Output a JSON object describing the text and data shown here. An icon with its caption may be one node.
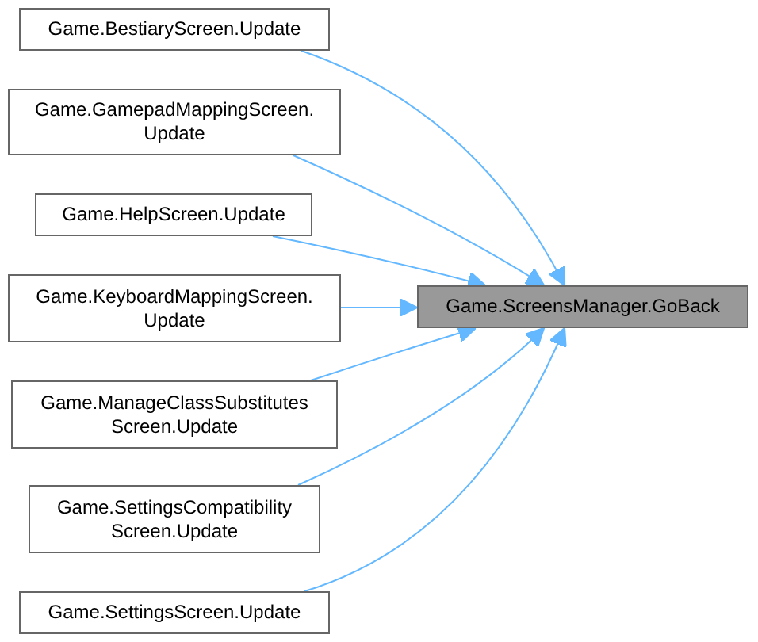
{
  "diagram": {
    "nodes": [
      {
        "text": [
          "Game.BestiaryScreen.Update"
        ]
      },
      {
        "text": [
          "Game.GamepadMappingScreen. Update"
        ]
      },
      {
        "text": [
          "Game.HelpScreen.Update"
        ]
      },
      {
        "text": [
          "Game.KeyboardMappingScreen. Update"
        ]
      },
      {
        "text": [
          "Game.ManageClassSubstitutes Screen.Update"
        ]
      },
      {
        "text": [
          "Game.SettingsCompatibility Screen.Update"
        ]
      },
      {
        "text": [
          "Game.SettingsScreen.Update"
        ]
      },
      {
        "text": [
          "Game.ScreensManager.GoBack"
        ]
      }
    ],
    "edges": [
      {
        "from": 0,
        "to": 7,
        "arrow": "to"
      },
      {
        "from": 1,
        "to": 7,
        "arrow": "to"
      },
      {
        "from": 2,
        "to": 7,
        "arrow": "to"
      },
      {
        "from": 3,
        "to": 7,
        "arrow": "to"
      },
      {
        "from": 4,
        "to": 7,
        "arrow": "to"
      },
      {
        "from": 5,
        "to": 7,
        "arrow": "to"
      },
      {
        "from": 6,
        "to": 7,
        "arrow": "to"
      }
    ]
  }
}
